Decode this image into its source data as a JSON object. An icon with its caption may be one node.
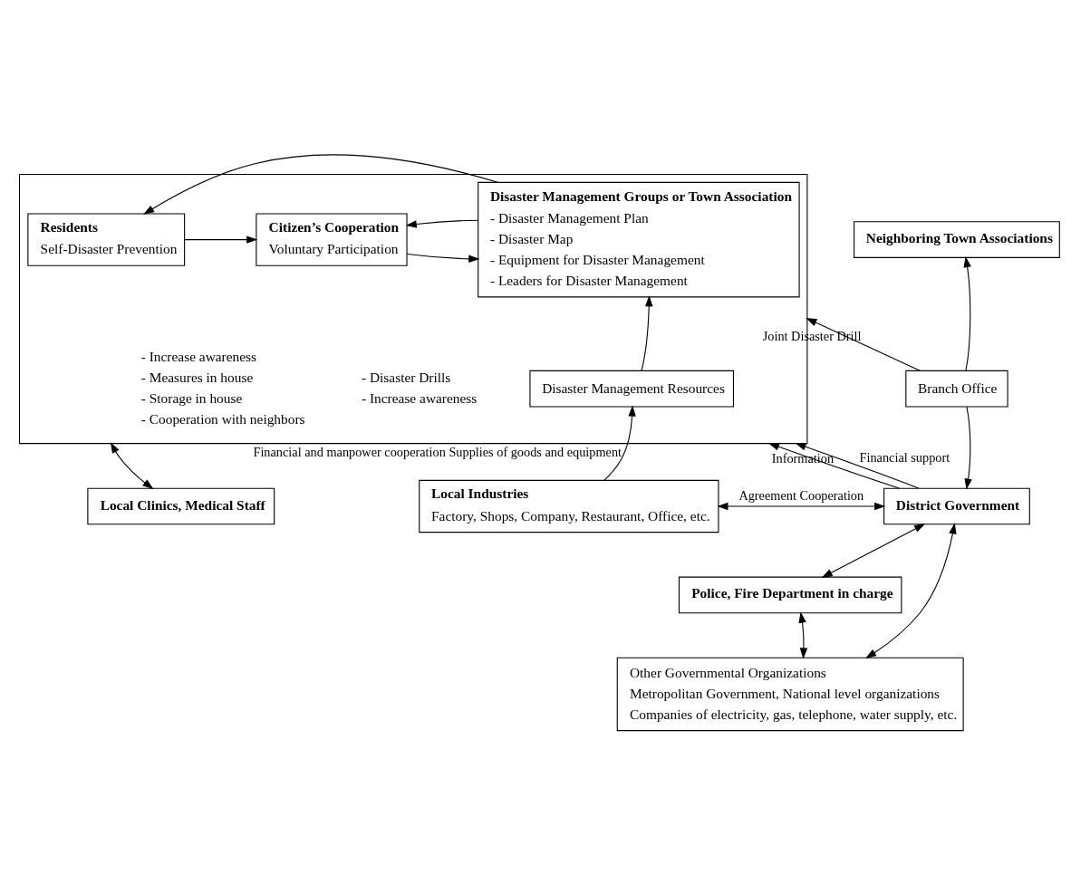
{
  "diagram": {
    "nodes": [
      {
        "text": [],
        "shape": "box"
      },
      {
        "text": [
          "Residents",
          "Self-Disaster Prevention"
        ],
        "in": 0,
        "beside": [
          "- Increase awareness",
          "- Measures in house",
          "- Storage in house",
          "- Cooperation with neighbors"
        ]
      },
      {
        "text": [
          "Citizen’s Cooperation",
          "Voluntary Participation"
        ],
        "in": 0,
        "beside": [
          "- Disaster Drills",
          "- Increase awareness"
        ]
      },
      {
        "text": [
          "Disaster Management Groups or Town Association",
          "- Disaster Management Plan",
          "- Disaster Map",
          "- Equipment for Disaster Management",
          "- Leaders for Disaster Management"
        ],
        "in": 0
      },
      {
        "text": [
          "Disaster Management Resources"
        ],
        "in": 0
      },
      {
        "text": [
          "Neighboring Town Associations"
        ]
      },
      {
        "text": [
          "Branch Office"
        ]
      },
      {
        "text": [
          "Local Clinics, Medical Staff"
        ]
      },
      {
        "text": [
          "Local Industries",
          "Factory, Shops, Company, Restaurant, Office, etc."
        ]
      },
      {
        "text": [
          "District Government"
        ]
      },
      {
        "text": [
          "Police, Fire Department in charge"
        ]
      },
      {
        "text": [
          "Other Governmental Organizations",
          "Metropolitan Government, National level organizations",
          "Companies of electricity, gas, telephone, water supply, etc."
        ]
      }
    ],
    "edges": [
      {
        "from": 1,
        "to": 2,
        "arrow": "to"
      },
      {
        "from": 2,
        "to": 3,
        "arrow": "to"
      },
      {
        "from": 3,
        "to": 2,
        "arrow": "to"
      },
      {
        "from": 3,
        "to": 1,
        "arrow": "to"
      },
      {
        "from": 4,
        "to": 3,
        "arrow": "to"
      },
      {
        "from": 6,
        "to": 0,
        "arrow": "to",
        "label": "Joint Disaster Drill"
      },
      {
        "from": 6,
        "to": 5,
        "arrow": "to"
      },
      {
        "from": 9,
        "to": 0,
        "arrow": "to",
        "label": "Information"
      },
      {
        "from": 9,
        "to": 0,
        "arrow": "to",
        "label": "Financial support"
      },
      {
        "from": 6,
        "to": 9,
        "arrow": "to"
      },
      {
        "from": 0,
        "to": 7,
        "arrow": "both"
      },
      {
        "from": 8,
        "to": 4,
        "arrow": "to",
        "label": "Financial and manpower cooperation Supplies of goods and equipment"
      },
      {
        "from": 8,
        "to": 9,
        "arrow": "both",
        "label": "Agreement Cooperation"
      },
      {
        "from": 10,
        "to": 9,
        "arrow": "both"
      },
      {
        "from": 9,
        "to": 11,
        "arrow": "both"
      },
      {
        "from": 10,
        "to": 11,
        "arrow": "both"
      }
    ]
  }
}
